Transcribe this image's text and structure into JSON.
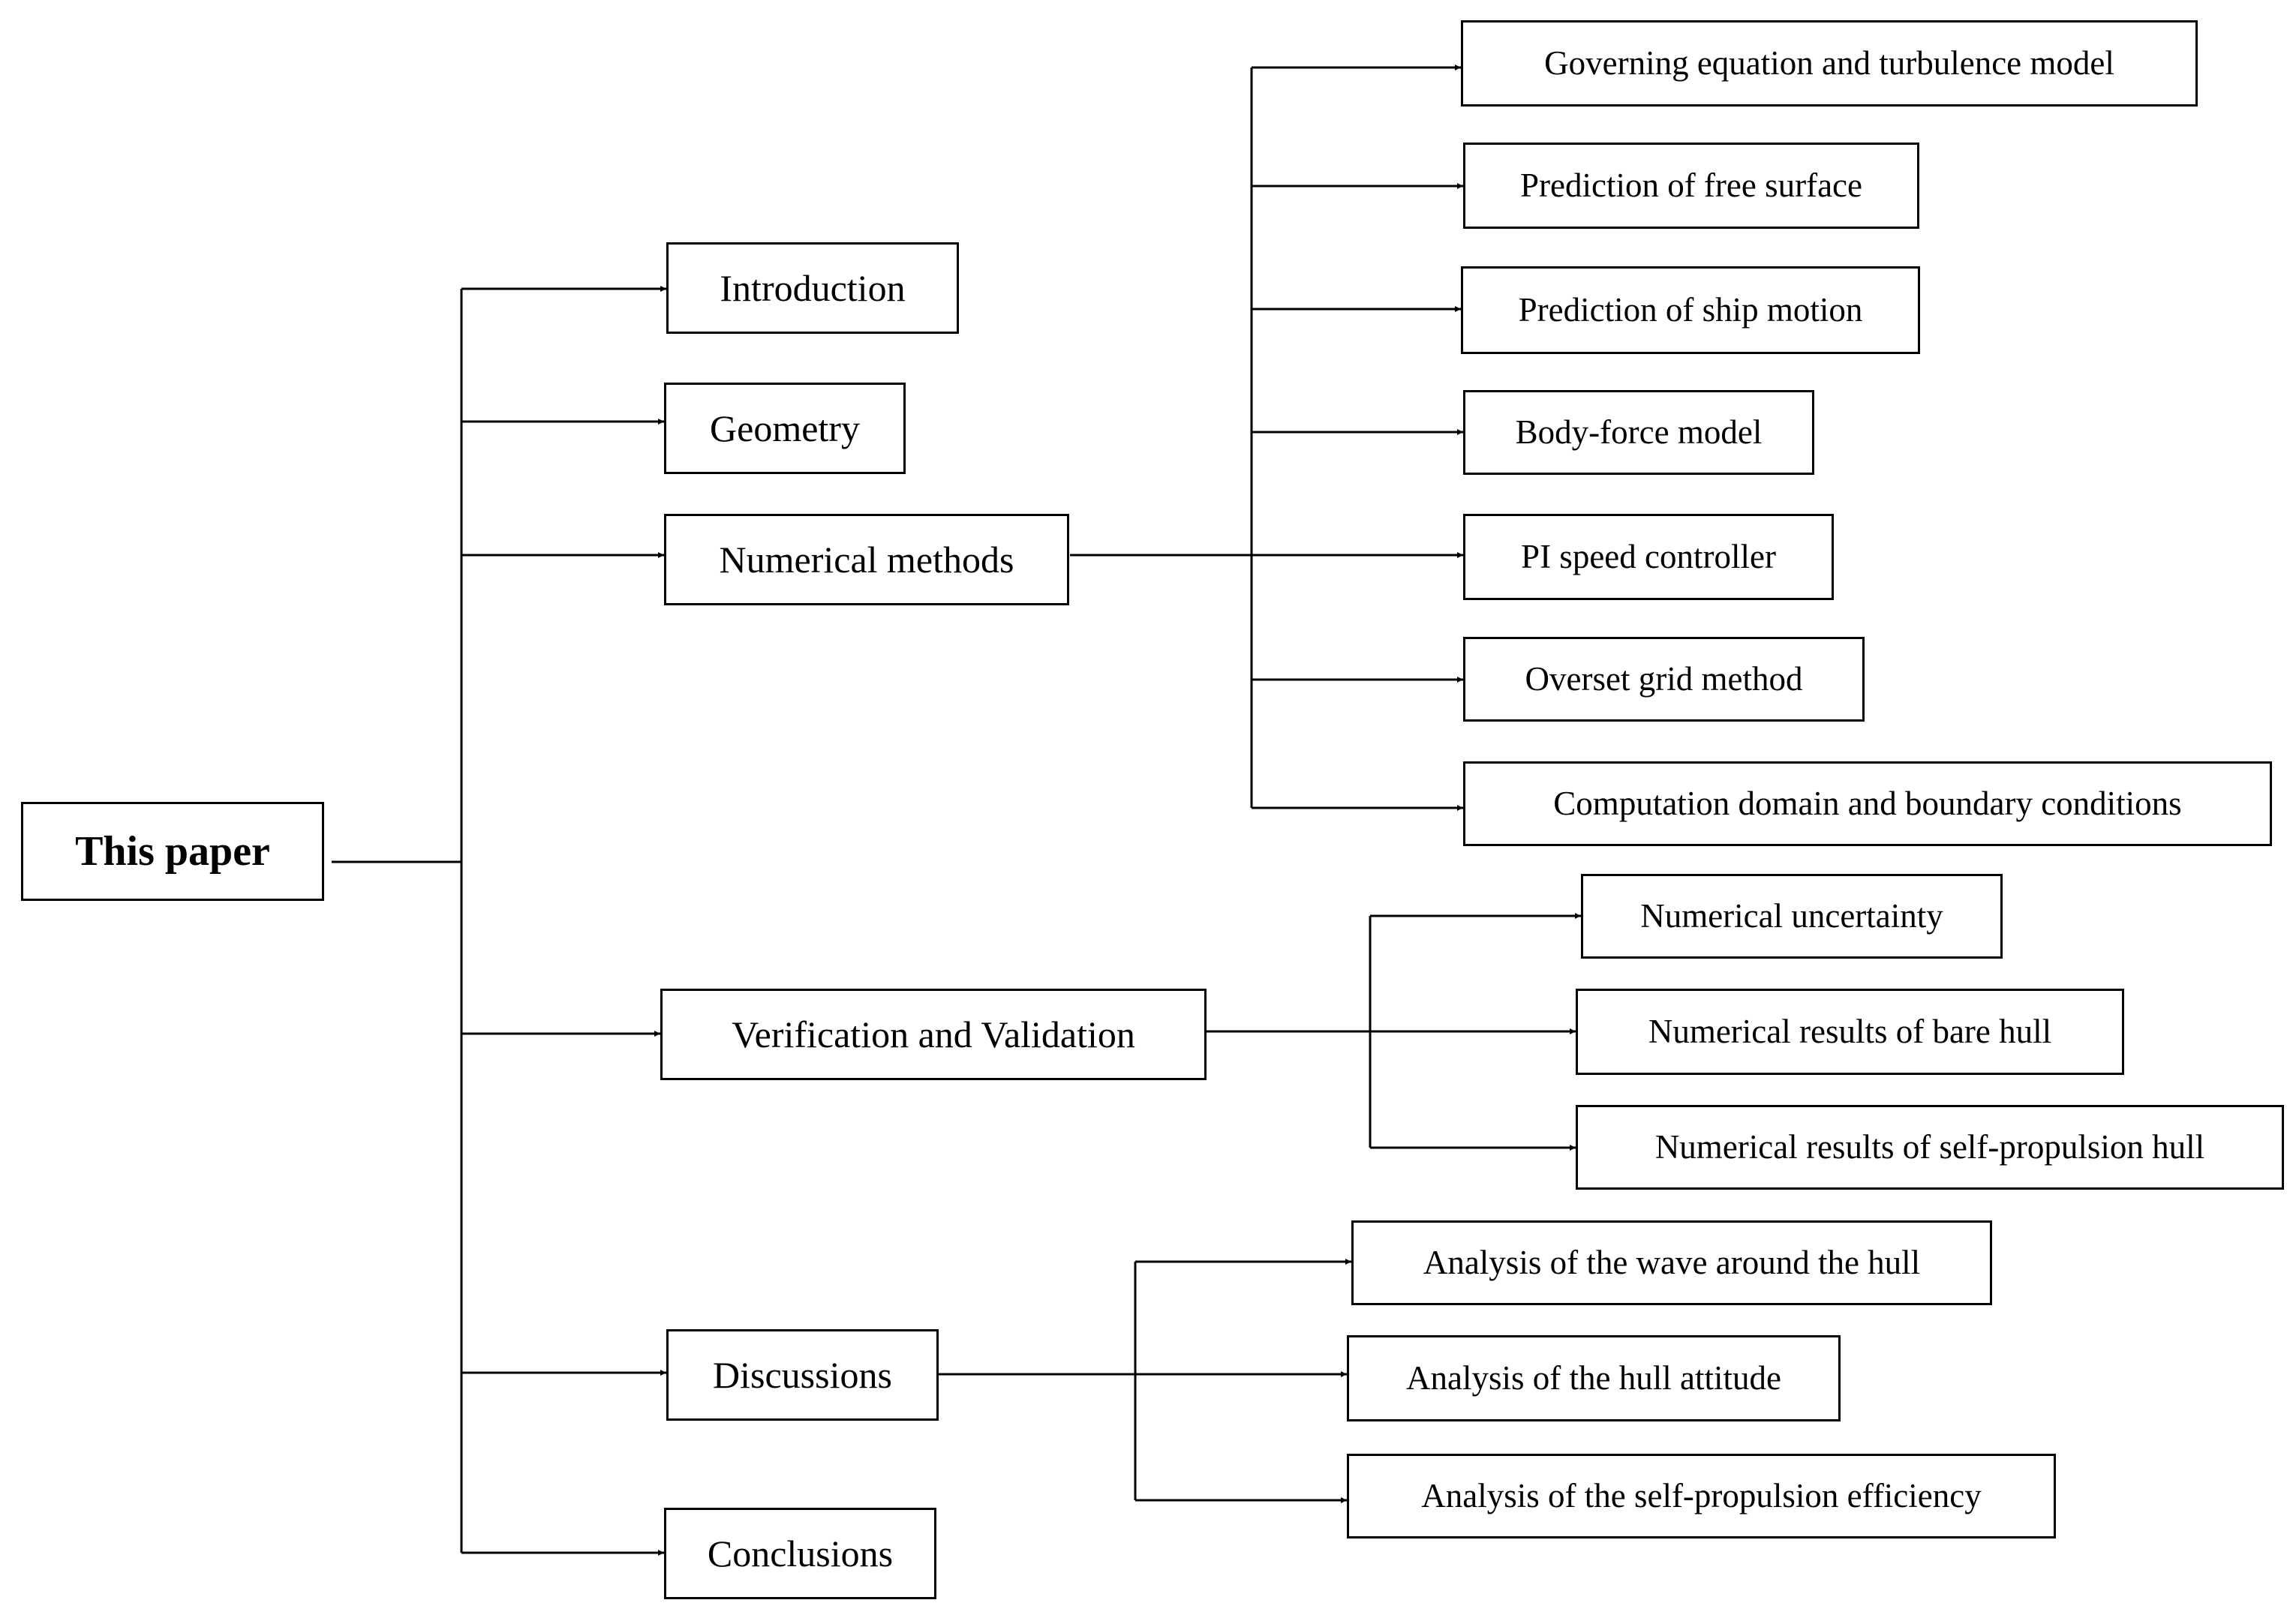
{
  "root": {
    "label": "This paper"
  },
  "sections": [
    {
      "label": "Introduction",
      "children": []
    },
    {
      "label": "Geometry",
      "children": []
    },
    {
      "label": "Numerical methods",
      "children": [
        "Governing equation and turbulence model",
        "Prediction of free surface",
        "Prediction of ship motion",
        "Body-force model",
        "PI speed controller",
        "Overset grid method",
        "Computation domain and boundary conditions"
      ]
    },
    {
      "label": "Verification and Validation",
      "children": [
        "Numerical uncertainty",
        "Numerical results of bare hull",
        "Numerical results of self-propulsion hull"
      ]
    },
    {
      "label": "Discussions",
      "children": [
        "Analysis of the wave around the hull",
        "Analysis of the hull attitude",
        "Analysis of the self-propulsion efficiency"
      ]
    },
    {
      "label": "Conclusions",
      "children": []
    }
  ],
  "colors": {
    "line": "#000000",
    "box_border": "#000000",
    "background": "#ffffff"
  }
}
